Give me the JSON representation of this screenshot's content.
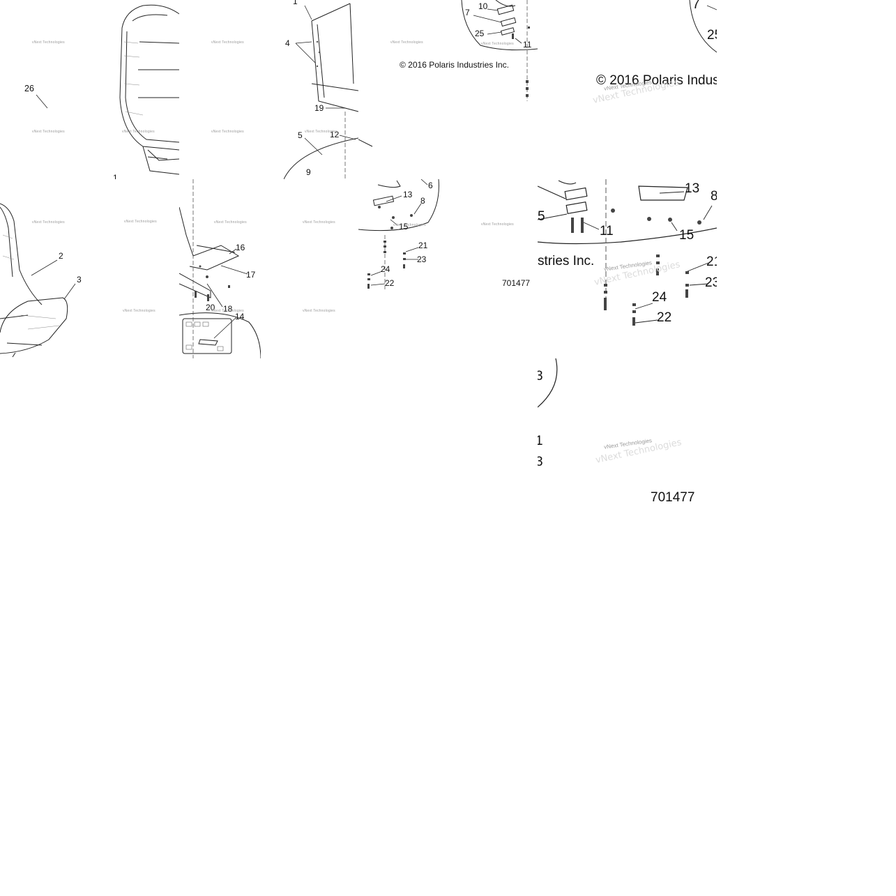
{
  "diagram": {
    "copyright": "© 2016 Polaris Industries Inc.",
    "copyright_partial": "stries Inc.",
    "copyright_partial_large": "© 2016 Polaris Indus",
    "diagram_number": "701477",
    "watermark": "vNext Technologies"
  },
  "callouts": {
    "c1": "1",
    "c2": "2",
    "c3": "3",
    "c4": "4",
    "c5": "5",
    "c6": "6",
    "c7": "7",
    "c8": "8",
    "c9": "9",
    "c10": "10",
    "c11": "11",
    "c12": "12",
    "c13": "13",
    "c14": "14",
    "c15": "15",
    "c16": "16",
    "c17": "17",
    "c18": "18",
    "c19": "19",
    "c20": "20",
    "c21": "21",
    "c22": "22",
    "c23": "23",
    "c24": "24",
    "c25": "25",
    "c26": "26"
  },
  "callouts_partial": {
    "p21": "21",
    "p23": "23",
    "p25": "25",
    "p5": "5",
    "p1": "1",
    "p3": "3"
  }
}
